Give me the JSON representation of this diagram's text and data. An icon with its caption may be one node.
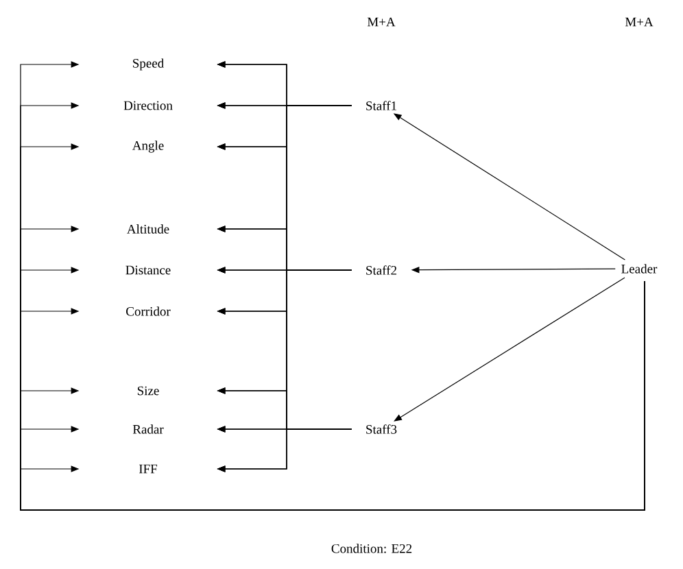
{
  "diagram": {
    "caption": "Condition: E22",
    "nodes": [
      {
        "text": [
          "Speed"
        ]
      },
      {
        "text": [
          "Direction"
        ]
      },
      {
        "text": [
          "Angle"
        ]
      },
      {
        "text": [
          "Altitude"
        ]
      },
      {
        "text": [
          "Distance"
        ]
      },
      {
        "text": [
          "Corridor"
        ]
      },
      {
        "text": [
          "Size"
        ]
      },
      {
        "text": [
          "Radar"
        ]
      },
      {
        "text": [
          "IFF"
        ]
      },
      {
        "text": [
          "Staff1"
        ]
      },
      {
        "text": [
          "Staff2"
        ]
      },
      {
        "text": [
          "Staff3"
        ]
      },
      {
        "text": [
          "Leader"
        ]
      }
    ],
    "edges": [
      {
        "from": 12,
        "to": 9,
        "arrow": "to"
      },
      {
        "from": 12,
        "to": 10,
        "arrow": "to"
      },
      {
        "from": 12,
        "to": 11,
        "arrow": "to"
      },
      {
        "from": 9,
        "to": 0,
        "arrow": "to"
      },
      {
        "from": 9,
        "to": 1,
        "arrow": "to"
      },
      {
        "from": 9,
        "to": 2,
        "arrow": "to"
      },
      {
        "from": 9,
        "to": 3,
        "arrow": "to"
      },
      {
        "from": 9,
        "to": 4,
        "arrow": "to"
      },
      {
        "from": 9,
        "to": 5,
        "arrow": "to"
      },
      {
        "from": 9,
        "to": 6,
        "arrow": "to"
      },
      {
        "from": 9,
        "to": 7,
        "arrow": "to"
      },
      {
        "from": 9,
        "to": 8,
        "arrow": "to"
      },
      {
        "from": 10,
        "to": 0,
        "arrow": "to"
      },
      {
        "from": 10,
        "to": 1,
        "arrow": "to"
      },
      {
        "from": 10,
        "to": 2,
        "arrow": "to"
      },
      {
        "from": 10,
        "to": 3,
        "arrow": "to"
      },
      {
        "from": 10,
        "to": 4,
        "arrow": "to"
      },
      {
        "from": 10,
        "to": 5,
        "arrow": "to"
      },
      {
        "from": 10,
        "to": 6,
        "arrow": "to"
      },
      {
        "from": 10,
        "to": 7,
        "arrow": "to"
      },
      {
        "from": 10,
        "to": 8,
        "arrow": "to"
      },
      {
        "from": 11,
        "to": 0,
        "arrow": "to"
      },
      {
        "from": 11,
        "to": 1,
        "arrow": "to"
      },
      {
        "from": 11,
        "to": 2,
        "arrow": "to"
      },
      {
        "from": 11,
        "to": 3,
        "arrow": "to"
      },
      {
        "from": 11,
        "to": 4,
        "arrow": "to"
      },
      {
        "from": 11,
        "to": 5,
        "arrow": "to"
      },
      {
        "from": 11,
        "to": 6,
        "arrow": "to"
      },
      {
        "from": 11,
        "to": 7,
        "arrow": "to"
      },
      {
        "from": 11,
        "to": 8,
        "arrow": "to"
      },
      {
        "from": 12,
        "to": 0,
        "arrow": "to"
      },
      {
        "from": 12,
        "to": 1,
        "arrow": "to"
      },
      {
        "from": 12,
        "to": 2,
        "arrow": "to"
      },
      {
        "from": 12,
        "to": 3,
        "arrow": "to"
      },
      {
        "from": 12,
        "to": 4,
        "arrow": "to"
      },
      {
        "from": 12,
        "to": 5,
        "arrow": "to"
      },
      {
        "from": 12,
        "to": 6,
        "arrow": "to"
      },
      {
        "from": 12,
        "to": 7,
        "arrow": "to"
      },
      {
        "from": 12,
        "to": 8,
        "arrow": "to"
      }
    ],
    "labels": [
      "M+A",
      "M+A"
    ]
  }
}
